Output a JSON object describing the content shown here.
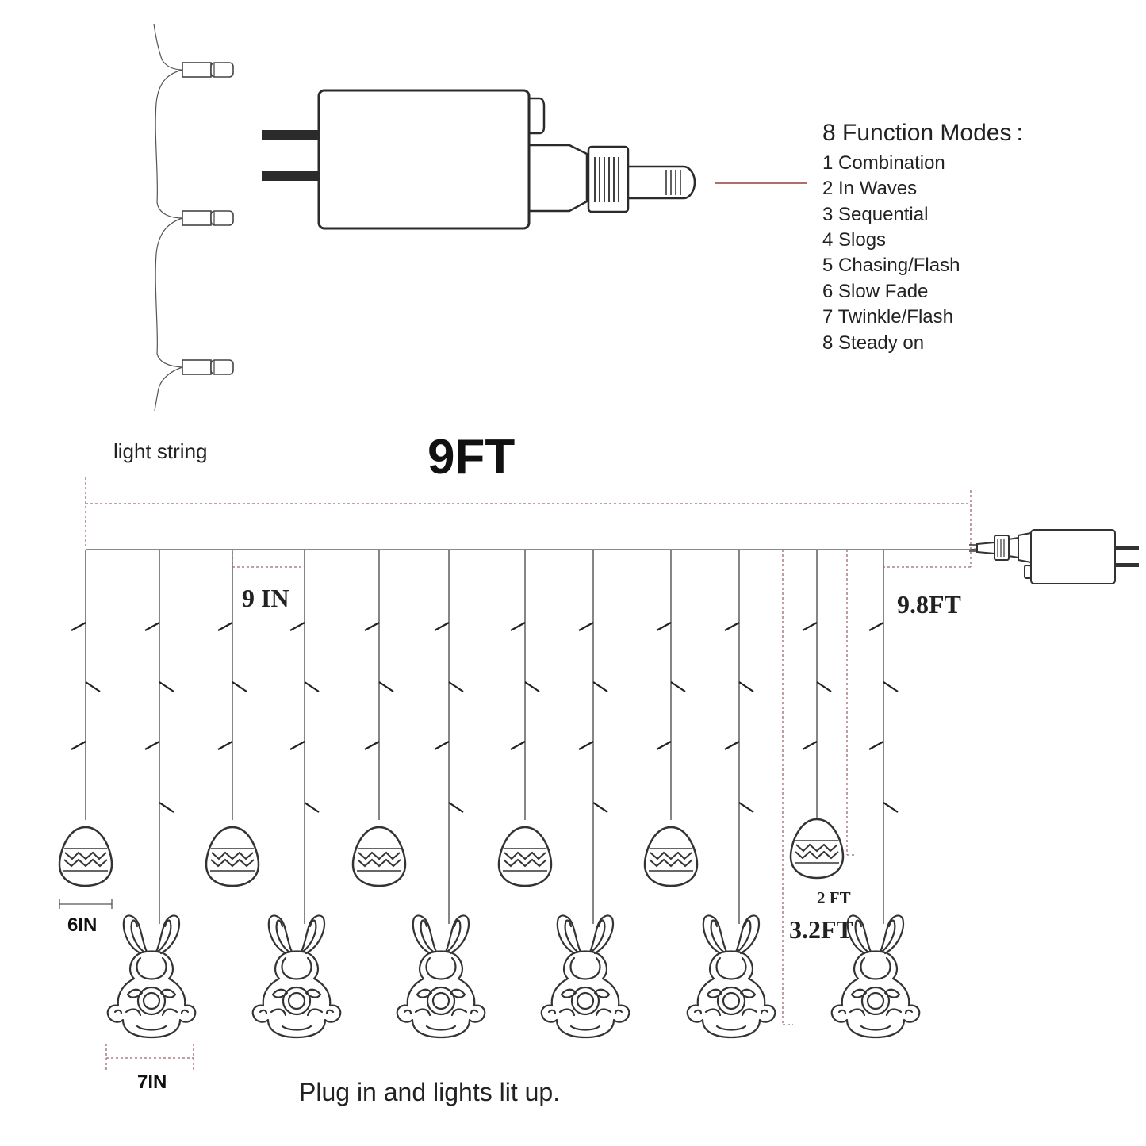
{
  "modes": {
    "title": "8 Function Modes",
    "title_colon": ":",
    "items": [
      "1 Combination",
      "2 In Waves",
      "3 Sequential",
      "4 Slogs",
      "5 Chasing/Flash",
      "6 Slow Fade",
      "7 Twinkle/Flash",
      "8 Steady on"
    ]
  },
  "labels": {
    "light_string": "light string",
    "width": "9FT",
    "spacing": "9 IN",
    "lead_length": "9.8FT",
    "egg_width": "6IN",
    "bunny_width": "7IN",
    "short_drop": "2 FT",
    "long_drop": "3.2FT",
    "footer": "Plug in and lights lit up."
  },
  "icons": {
    "controller": "controller-plug-icon",
    "egg": "easter-egg-icon",
    "bunny": "bunny-icon",
    "bulb": "bulb-icon"
  },
  "colors": {
    "line": "#333333",
    "dim_line": "#9c6b6b",
    "leader_line": "#9b3a3a",
    "text": "#222222"
  }
}
